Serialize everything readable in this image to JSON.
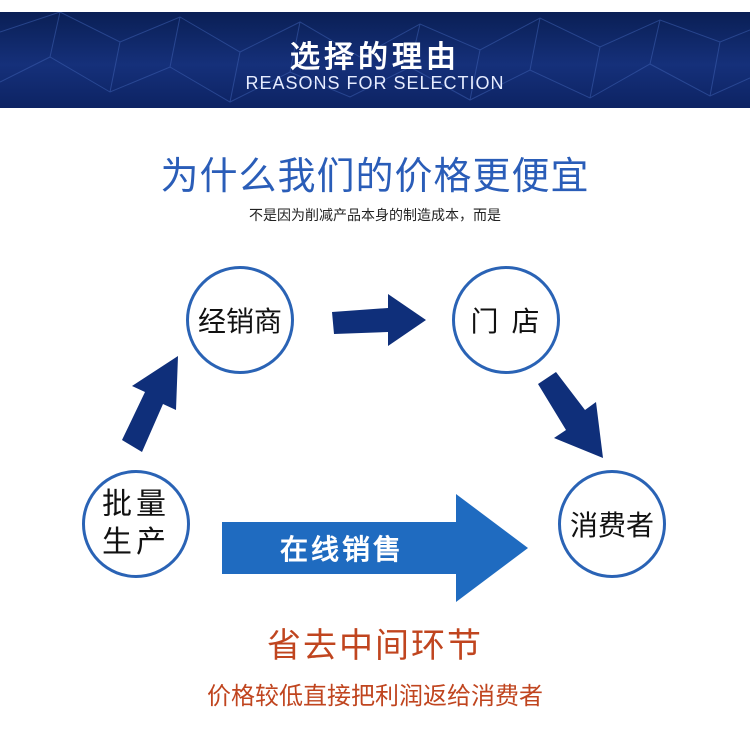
{
  "banner": {
    "title": "选择的理由",
    "subtitle": "REASONS FOR SELECTION"
  },
  "headline": "为什么我们的价格更便宜",
  "subline": "不是因为削减产品本身的制造成本，而是",
  "nodes": {
    "distributor": "经销商",
    "store": "门 店",
    "consumer": "消费者",
    "mass_production_line1": "批量",
    "mass_production_line2": "生产"
  },
  "online_sales": "在线销售",
  "tagline": "省去中间环节",
  "tagline_sub": "价格较低直接把利润返给消费者",
  "colors": {
    "banner": "#0d2363",
    "headline": "#2a5db8",
    "circle_border": "#2a63b5",
    "arrow_dark": "#0f2f7a",
    "arrow_bright": "#1f6bc0",
    "tagline": "#c0451f"
  }
}
